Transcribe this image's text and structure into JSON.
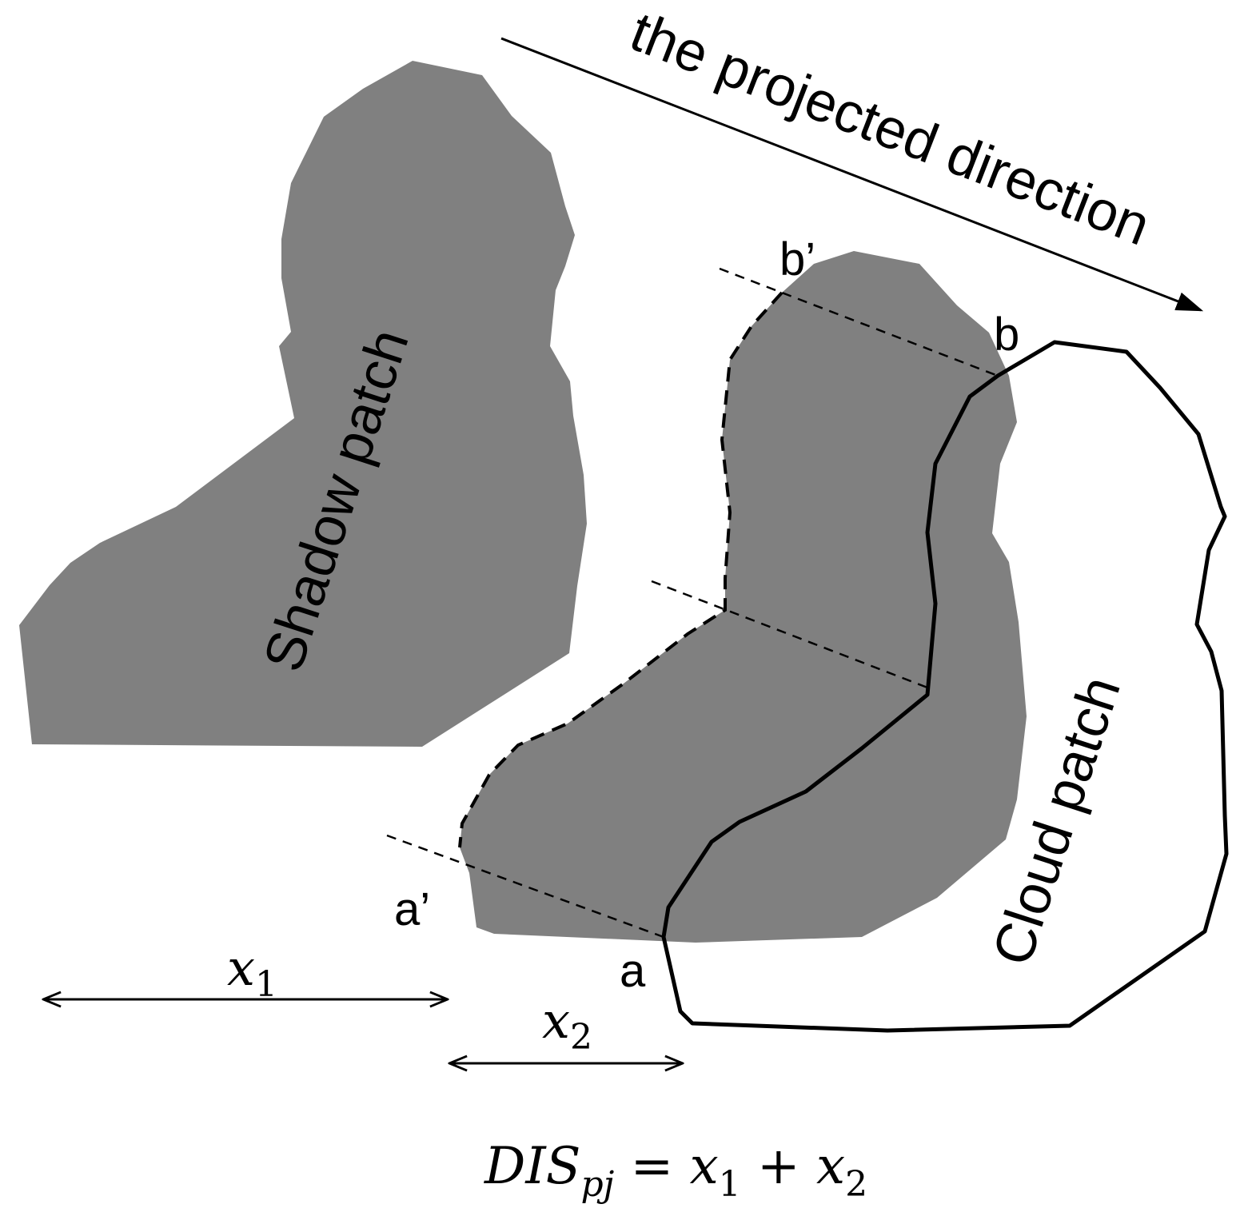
{
  "direction_label": "the projected direction",
  "shadow_label": "Shadow patch",
  "cloud_label": "Cloud patch",
  "points": {
    "a": "a",
    "a_prime": "a’",
    "b": "b",
    "b_prime": "b’"
  },
  "measures": {
    "x1": {
      "base": "x",
      "sub": "1"
    },
    "x2": {
      "base": "x",
      "sub": "2"
    }
  },
  "formula": {
    "lhs": "DIS",
    "lhs_sub": "pj",
    "equals": " = ",
    "term1": "x",
    "term1_sub": "1",
    "plus": " + ",
    "term2": "x",
    "term2_sub": "2"
  },
  "colors": {
    "shadow_fill": "#808080",
    "line": "#000000",
    "background": "#ffffff"
  }
}
